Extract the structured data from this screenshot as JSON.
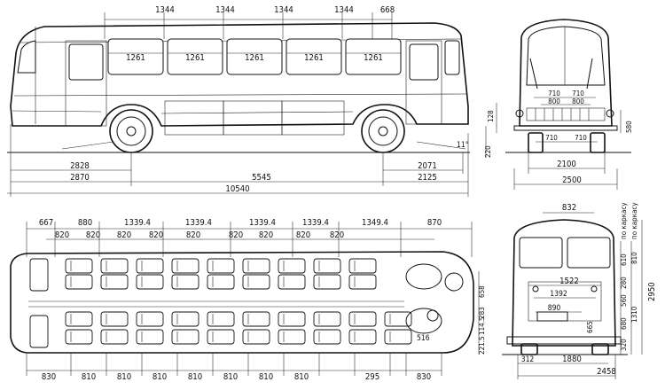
{
  "side_view": {
    "top_dims": [
      "1344",
      "1344",
      "1344",
      "1344",
      "668"
    ],
    "window_labels": [
      "1261",
      "1261",
      "1261",
      "1261",
      "1261"
    ],
    "angle": "11°",
    "bottom_dims": {
      "front_overhang_a": "2828",
      "front_overhang_b": "2870",
      "wheelbase": "5545",
      "rear_overhang_a": "2071",
      "rear_overhang_b": "2125",
      "overall_length": "10540"
    }
  },
  "front_view": {
    "dims": {
      "lamp_left": "710",
      "lamp_right": "710",
      "inner_left": "800",
      "inner_right": "800",
      "height_128": "128",
      "height_580": "580",
      "height_220": "220",
      "axle_left": "710",
      "axle_right": "710",
      "track": "2100",
      "width": "2500"
    }
  },
  "plan_view": {
    "top_dims": [
      "667",
      "880",
      "1339.4",
      "1339.4",
      "1339.4",
      "1339.4",
      "1349.4",
      "870"
    ],
    "pitch_dims": [
      "820",
      "820",
      "820",
      "820",
      "820",
      "820",
      "820",
      "820",
      "820"
    ],
    "bottom_dims": [
      "830",
      "810",
      "810",
      "810",
      "810",
      "810",
      "810",
      "810",
      "295",
      "830"
    ],
    "right_dims": [
      "658",
      "283",
      "114.5",
      "221.5"
    ],
    "rear_label": "516"
  },
  "rear_view": {
    "dims": {
      "top_width": "832",
      "plate_width": "1522",
      "plate_inner": "1392",
      "lamp_width": "890",
      "right_vertical": [
        "610",
        "810",
        "280",
        "560",
        "680",
        "1310",
        "320",
        "2950",
        "665"
      ],
      "vertical_captions": [
        "по каркасу",
        "по каркасу"
      ],
      "bottom_left": "312",
      "bottom_mid": "1880",
      "overall": "2458"
    }
  }
}
